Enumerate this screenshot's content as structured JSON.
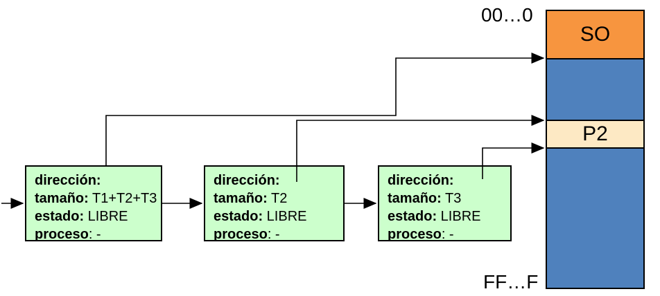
{
  "memory": {
    "address_top": "00…0",
    "address_bottom": "FF…F",
    "segments": [
      {
        "id": "so",
        "label": "SO",
        "color": "#F7953F"
      },
      {
        "id": "free-upper",
        "label": "",
        "color": "#4F81BD"
      },
      {
        "id": "p2",
        "label": "P2",
        "color": "#FDE9C4"
      },
      {
        "id": "free-lower",
        "label": "",
        "color": "#4F81BD"
      }
    ]
  },
  "free_list": {
    "node_color": "#CCFFCC",
    "nodes": [
      {
        "fields": [
          {
            "label": "dirección:",
            "value": ""
          },
          {
            "label": "tamaño:",
            "value": " T1+T2+T3"
          },
          {
            "label": "estado:",
            "value": " LIBRE"
          },
          {
            "label": "proceso",
            "value": ": -"
          }
        ]
      },
      {
        "fields": [
          {
            "label": "dirección:",
            "value": ""
          },
          {
            "label": "tamaño:",
            "value": " T2"
          },
          {
            "label": "estado:",
            "value": " LIBRE"
          },
          {
            "label": "proceso",
            "value": ": -"
          }
        ]
      },
      {
        "fields": [
          {
            "label": "dirección:",
            "value": ""
          },
          {
            "label": "tamaño:",
            "value": " T3"
          },
          {
            "label": "estado:",
            "value": " LIBRE"
          },
          {
            "label": "proceso",
            "value": ": -"
          }
        ]
      }
    ]
  },
  "colors": {
    "line": "#000000",
    "background": "#FFFFFF"
  }
}
